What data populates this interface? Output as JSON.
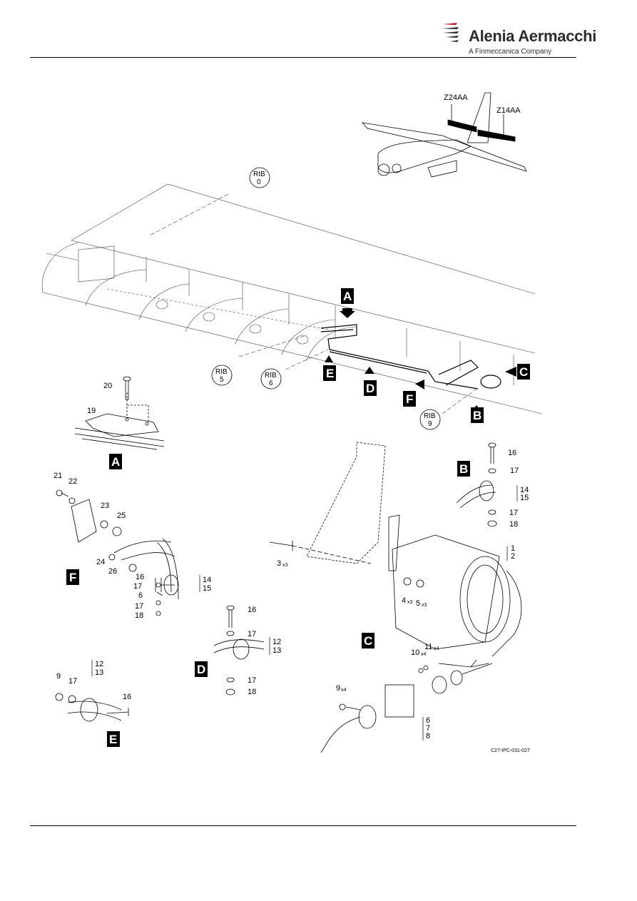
{
  "header": {
    "brand": "Alenia Aermacchi",
    "brand_sub": "A Finmeccanica Company"
  },
  "aircraft": {
    "zone_left": "Z24AA",
    "zone_right": "Z14AA"
  },
  "ribs": {
    "word": "RIB",
    "rib0": "0",
    "rib5": "5",
    "rib6": "6",
    "rib9": "9"
  },
  "views": {
    "a": "A",
    "b": "B",
    "c": "C",
    "d": "D",
    "e": "E",
    "f": "F"
  },
  "items": {
    "n1": "1",
    "n2": "2",
    "n3": "3",
    "n4": "4",
    "n5": "5",
    "n6": "6",
    "n7": "7",
    "n8": "8",
    "n9": "9",
    "n10": "10",
    "n11": "11",
    "n12": "12",
    "n13": "13",
    "n14": "14",
    "n15": "15",
    "n16": "16",
    "n17": "17",
    "n18": "18",
    "n19": "19",
    "n20": "20",
    "n21": "21",
    "n22": "22",
    "n23": "23",
    "n24": "24",
    "n25": "25",
    "n26": "26",
    "x3": "x3",
    "x4": "x4"
  },
  "figure_ref": "C27-IPC-031-027",
  "colors": {
    "ink": "#000000",
    "logo_red": "#c8102e",
    "logo_grey": "#2d2d2d"
  }
}
